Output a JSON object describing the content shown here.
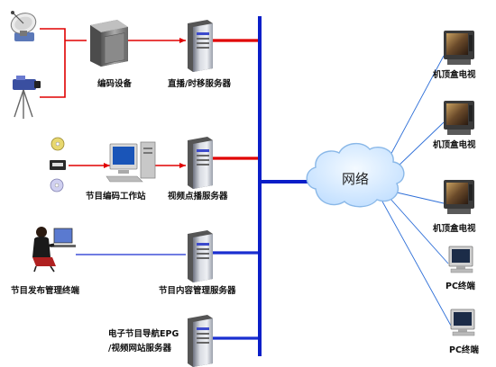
{
  "labels": {
    "encoder": "编码设备",
    "live_server": "直播/时移服务器",
    "workstation": "节目编码工作站",
    "vod_server": "视频点播服务器",
    "publish_terminal": "节目发布管理终端",
    "content_server": "节目内容管理服务器",
    "epg_line1": "电子节目导航EPG",
    "epg_line2": "/视频网站服务器",
    "network": "网络",
    "stb1": "机顶盒电视",
    "stb2": "机顶盒电视",
    "stb3": "机顶盒电视",
    "pc1": "PC终端",
    "pc2": "PC终端"
  },
  "colors": {
    "red_link": "#e00000",
    "blue_backbone": "#0a1ec8",
    "blue_link": "#1a2fd0",
    "cloud_fill": "#cfe6ff",
    "cloud_stroke": "#8ab8e8"
  }
}
